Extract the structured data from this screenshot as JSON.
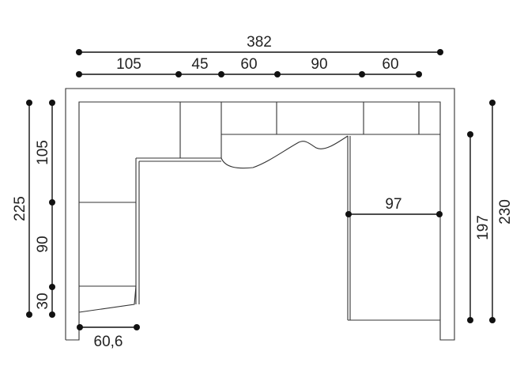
{
  "drawing": {
    "total_width": "382",
    "segments": [
      "105",
      "45",
      "60",
      "90",
      "60"
    ],
    "left_outer": "225",
    "left_inner": [
      "105",
      "90",
      "30"
    ],
    "right_outer": "230",
    "right_inner": "197",
    "chaise_width": "97",
    "bottom_depth": "60,6"
  }
}
